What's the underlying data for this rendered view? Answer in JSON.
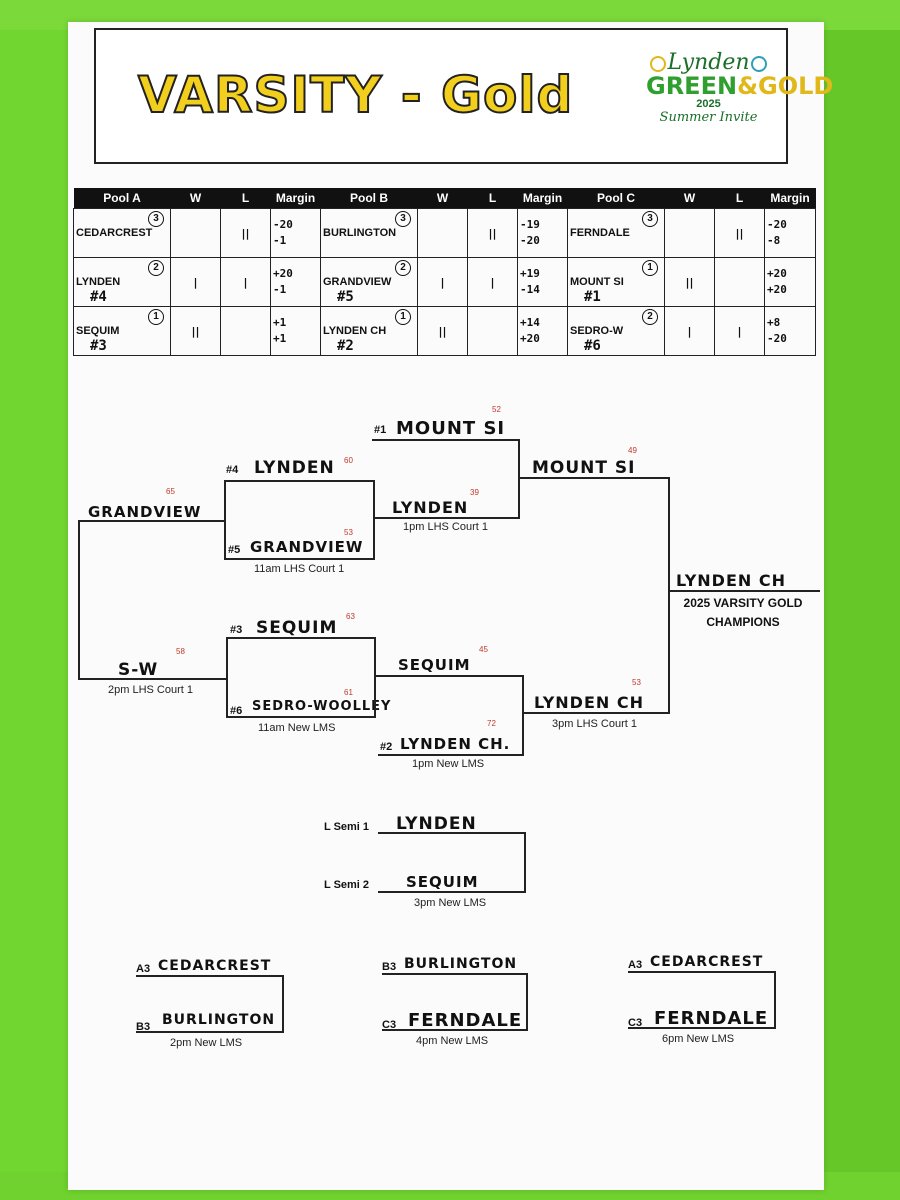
{
  "title": "VARSITY - Gold",
  "logo": {
    "line1": "Lynden",
    "line2a": "GREEN",
    "line2b": "&",
    "line2c": "GOLD",
    "line3": "2025",
    "line4": "Summer Invite"
  },
  "pools": {
    "headers": [
      "Pool A",
      "W",
      "L",
      "Margin",
      "Pool B",
      "W",
      "L",
      "Margin",
      "Pool C",
      "W",
      "L",
      "Margin"
    ],
    "rows": [
      [
        {
          "team": "CEDARCREST",
          "rank": "3",
          "seed": "",
          "w": "",
          "l": "||",
          "m1": "-20",
          "m2": "-1"
        },
        {
          "team": "BURLINGTON",
          "rank": "3",
          "seed": "",
          "w": "",
          "l": "||",
          "m1": "-19",
          "m2": "-20"
        },
        {
          "team": "FERNDALE",
          "rank": "3",
          "seed": "",
          "w": "",
          "l": "||",
          "m1": "-20",
          "m2": "-8"
        }
      ],
      [
        {
          "team": "LYNDEN",
          "rank": "2",
          "seed": "#4",
          "w": "|",
          "l": "|",
          "m1": "+20",
          "m2": "-1"
        },
        {
          "team": "GRANDVIEW",
          "rank": "2",
          "seed": "#5",
          "w": "|",
          "l": "|",
          "m1": "+19",
          "m2": "-14"
        },
        {
          "team": "MOUNT SI",
          "rank": "1",
          "seed": "#1",
          "w": "||",
          "l": "",
          "m1": "+20",
          "m2": "+20"
        }
      ],
      [
        {
          "team": "SEQUIM",
          "rank": "1",
          "seed": "#3",
          "w": "||",
          "l": "",
          "m1": "+1",
          "m2": "+1"
        },
        {
          "team": "LYNDEN CH",
          "rank": "1",
          "seed": "#2",
          "w": "||",
          "l": "",
          "m1": "+14",
          "m2": "+20"
        },
        {
          "team": "SEDRO-W",
          "rank": "2",
          "seed": "#6",
          "w": "|",
          "l": "|",
          "m1": "+8",
          "m2": "-20"
        }
      ]
    ]
  },
  "bracket": {
    "seed1": "#1",
    "mountsi": "MOUNT SI",
    "s52": "52",
    "seed4": "#4",
    "lynden": "LYNDEN",
    "s60": "60",
    "seed5": "#5",
    "grandview": "GRANDVIEW",
    "s53a": "53",
    "g11a": "11am LHS Court 1",
    "lynden_r2": "LYNDEN",
    "s39": "39",
    "g1pm_a": "1pm LHS Court 1",
    "mountsi_r3": "MOUNT SI",
    "s49": "49",
    "grandview_l": "GRANDVIEW",
    "s65": "65",
    "sw": "S-W",
    "s58": "58",
    "g2pm_a": "2pm LHS Court 1",
    "seed3": "#3",
    "sequim": "SEQUIM",
    "s63": "63",
    "seed6": "#6",
    "sedro": "SEDRO-WOOLLEY",
    "s61": "61",
    "g11b": "11am New LMS",
    "sequim_r2": "SEQUIM",
    "s45": "45",
    "seed2": "#2",
    "lyndench": "LYNDEN CH.",
    "s72": "72",
    "g1pm_b": "1pm New LMS",
    "lyndench_r3": "LYNDEN CH",
    "s53b": "53",
    "g3pm_a": "3pm LHS Court 1",
    "champ_name": "LYNDEN CH",
    "champ_label1": "2025 VARSITY GOLD",
    "champ_label2": "CHAMPIONS"
  },
  "losers": {
    "lsemi1": "L Semi 1",
    "lsemi1_team": "LYNDEN",
    "lsemi2": "L Semi 2",
    "lsemi2_team": "SEQUIM",
    "g3pm_b": "3pm New LMS"
  },
  "consolation": [
    {
      "a_lbl": "A3",
      "a_team": "CEDARCREST",
      "b_lbl": "B3",
      "b_team": "BURLINGTON",
      "time": "2pm New LMS"
    },
    {
      "a_lbl": "B3",
      "a_team": "BURLINGTON",
      "b_lbl": "C3",
      "b_team": "FERNDALE",
      "time": "4pm New LMS"
    },
    {
      "a_lbl": "A3",
      "a_team": "CEDARCREST",
      "b_lbl": "C3",
      "b_team": "FERNDALE",
      "time": "6pm New LMS"
    }
  ]
}
